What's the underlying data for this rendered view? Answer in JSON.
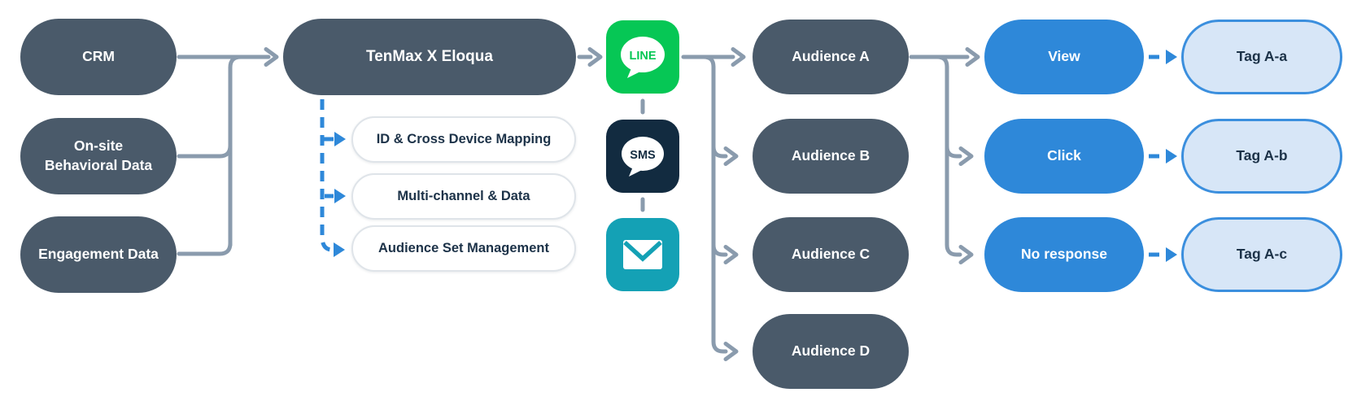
{
  "colors": {
    "node_dark": "#4A5A6A",
    "accent_blue": "#2E88D9",
    "tag_fill": "#D7E6F7",
    "tag_border": "#3B8FDE",
    "capability_text": "#1C3248",
    "line_green": "#06C755",
    "sms_navy": "#122B40",
    "email_teal": "#14A1B5",
    "connector_gray": "#8A9BAD"
  },
  "sources": [
    {
      "label": "CRM"
    },
    {
      "label": "On-site\nBehavioral Data"
    },
    {
      "label": "Engagement Data"
    }
  ],
  "platform": {
    "label": "TenMax X Eloqua"
  },
  "capabilities": [
    {
      "label": "ID & Cross Device Mapping"
    },
    {
      "label": "Multi-channel & Data"
    },
    {
      "label": "Audience Set Management"
    }
  ],
  "channels": [
    {
      "name": "LINE",
      "icon_label": "LINE"
    },
    {
      "name": "SMS",
      "icon_label": "SMS"
    },
    {
      "name": "Email"
    }
  ],
  "audiences": [
    {
      "label": "Audience A"
    },
    {
      "label": "Audience B"
    },
    {
      "label": "Audience C"
    },
    {
      "label": "Audience D"
    }
  ],
  "actions": [
    {
      "label": "View"
    },
    {
      "label": "Click"
    },
    {
      "label": "No response"
    }
  ],
  "tags": [
    {
      "label": "Tag A-a"
    },
    {
      "label": "Tag A-b"
    },
    {
      "label": "Tag A-c"
    }
  ]
}
